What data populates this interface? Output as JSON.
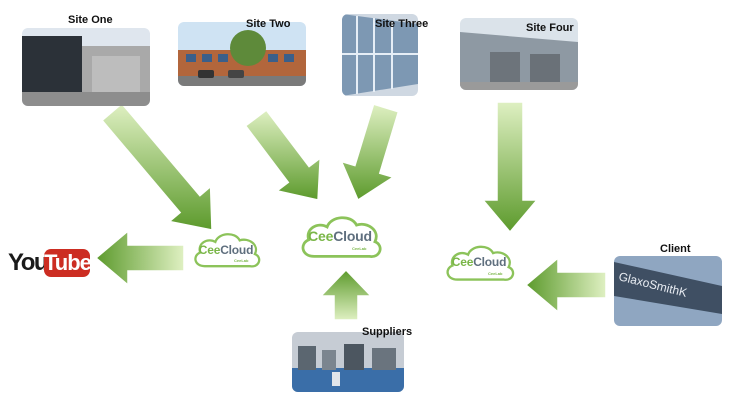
{
  "sites": [
    {
      "label": "Site One"
    },
    {
      "label": "Site Two"
    },
    {
      "label": "Site Three"
    },
    {
      "label": "Site Four"
    }
  ],
  "nodes": {
    "client": {
      "label": "Client",
      "sign_text": "GlaxoSmithK"
    },
    "suppliers": {
      "label": "Suppliers"
    },
    "youtube": {
      "you": "You",
      "tube": "Tube"
    }
  },
  "cloud_brand": {
    "cee": "Cee",
    "cloud": "Cloud",
    "sub": "CeeLab"
  },
  "colors": {
    "arrow_light": "#d7ecb2",
    "arrow_dark": "#5c9a2c",
    "cloud_stroke": "#8cc35a",
    "brand_green": "#7ab648",
    "brand_grey": "#5f6f7e",
    "youtube_red": "#cc2d22"
  }
}
